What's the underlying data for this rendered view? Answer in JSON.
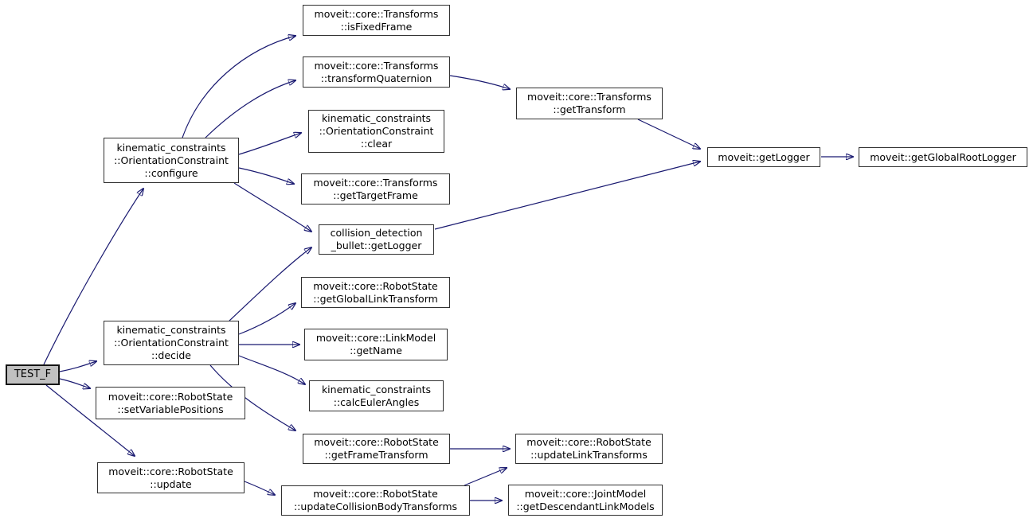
{
  "colors": {
    "edge": "#191970",
    "node_border": "#303030",
    "node_fill": "#ffffff",
    "highlight_fill": "#c0c0c0",
    "background": "#ffffff",
    "text": "#000000"
  },
  "nodes": {
    "test_f": {
      "label": "TEST_F",
      "highlighted": true
    },
    "configure": {
      "label": "kinematic_constraints\n::OrientationConstraint\n::configure"
    },
    "decide": {
      "label": "kinematic_constraints\n::OrientationConstraint\n::decide"
    },
    "set_variable_positions": {
      "label": "moveit::core::RobotState\n::setVariablePositions"
    },
    "update": {
      "label": "moveit::core::RobotState\n::update"
    },
    "is_fixed_frame": {
      "label": "moveit::core::Transforms\n::isFixedFrame"
    },
    "transform_quaternion": {
      "label": "moveit::core::Transforms\n::transformQuaternion"
    },
    "clear": {
      "label": "kinematic_constraints\n::OrientationConstraint\n::clear"
    },
    "get_target_frame": {
      "label": "moveit::core::Transforms\n::getTargetFrame"
    },
    "bullet_get_logger": {
      "label": "collision_detection\n_bullet::getLogger"
    },
    "get_global_link_transform": {
      "label": "moveit::core::RobotState\n::getGlobalLinkTransform"
    },
    "get_name": {
      "label": "moveit::core::LinkModel\n::getName"
    },
    "calc_euler_angles": {
      "label": "kinematic_constraints\n::calcEulerAngles"
    },
    "get_frame_transform": {
      "label": "moveit::core::RobotState\n::getFrameTransform"
    },
    "update_collision_body_transforms": {
      "label": "moveit::core::RobotState\n::updateCollisionBodyTransforms"
    },
    "get_transform": {
      "label": "moveit::core::Transforms\n::getTransform"
    },
    "update_link_transforms": {
      "label": "moveit::core::RobotState\n::updateLinkTransforms"
    },
    "get_descendant_link_models": {
      "label": "moveit::core::JointModel\n::getDescendantLinkModels"
    },
    "moveit_get_logger": {
      "label": "moveit::getLogger"
    },
    "get_global_root_logger": {
      "label": "moveit::getGlobalRootLogger"
    }
  },
  "edges": [
    {
      "from": "test_f",
      "to": "configure"
    },
    {
      "from": "test_f",
      "to": "decide"
    },
    {
      "from": "test_f",
      "to": "set_variable_positions"
    },
    {
      "from": "test_f",
      "to": "update"
    },
    {
      "from": "configure",
      "to": "is_fixed_frame"
    },
    {
      "from": "configure",
      "to": "transform_quaternion"
    },
    {
      "from": "configure",
      "to": "clear"
    },
    {
      "from": "configure",
      "to": "get_target_frame"
    },
    {
      "from": "configure",
      "to": "bullet_get_logger"
    },
    {
      "from": "decide",
      "to": "bullet_get_logger"
    },
    {
      "from": "decide",
      "to": "get_global_link_transform"
    },
    {
      "from": "decide",
      "to": "get_name"
    },
    {
      "from": "decide",
      "to": "calc_euler_angles"
    },
    {
      "from": "decide",
      "to": "get_frame_transform"
    },
    {
      "from": "get_frame_transform",
      "to": "update_link_transforms"
    },
    {
      "from": "update",
      "to": "update_collision_body_transforms"
    },
    {
      "from": "update_collision_body_transforms",
      "to": "update_link_transforms"
    },
    {
      "from": "update_collision_body_transforms",
      "to": "get_descendant_link_models"
    },
    {
      "from": "transform_quaternion",
      "to": "get_transform"
    },
    {
      "from": "get_transform",
      "to": "moveit_get_logger"
    },
    {
      "from": "bullet_get_logger",
      "to": "moveit_get_logger"
    },
    {
      "from": "moveit_get_logger",
      "to": "get_global_root_logger"
    }
  ]
}
